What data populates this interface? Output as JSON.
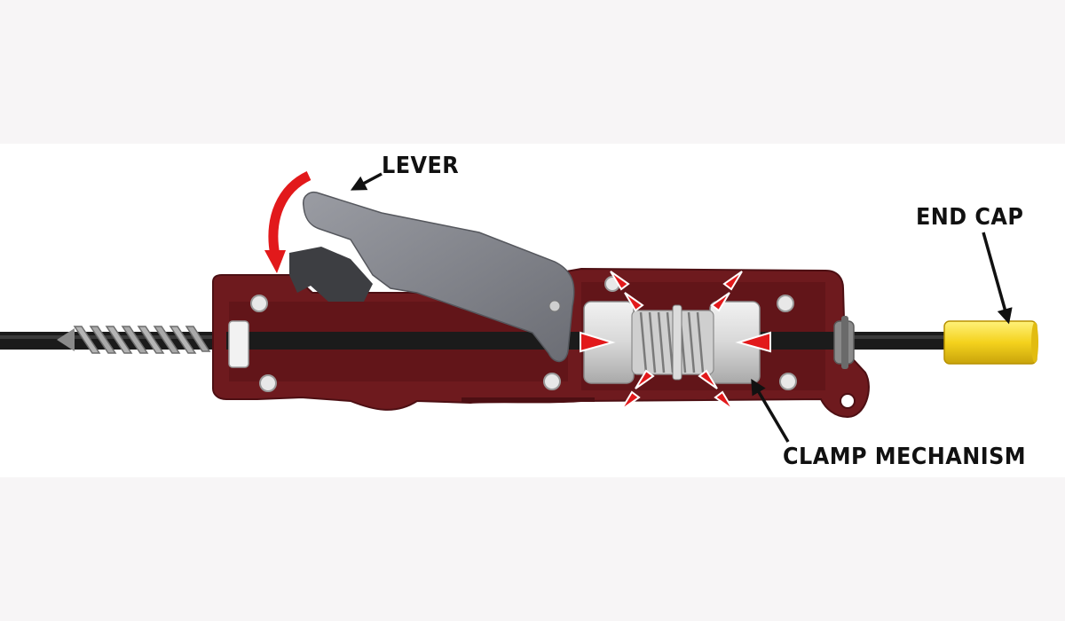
{
  "labels": {
    "lever": "LEVER",
    "end_cap": "END CAP",
    "clamp_mechanism": "CLAMP MECHANISM"
  },
  "colors": {
    "housing": "#6e1a1e",
    "housing_shadow": "#4d0f13",
    "lever": "#7d7f86",
    "rod": "#1b1b1b",
    "spring": "#9a9a9a",
    "end_cap": "#f4d21d",
    "indicator_red": "#e2191b",
    "text": "#111111"
  },
  "icons": {
    "lever_motion": "curved-arrow-down-icon",
    "pointer": "arrow-icon",
    "clamp_force": "triangle-indicator-icon"
  }
}
